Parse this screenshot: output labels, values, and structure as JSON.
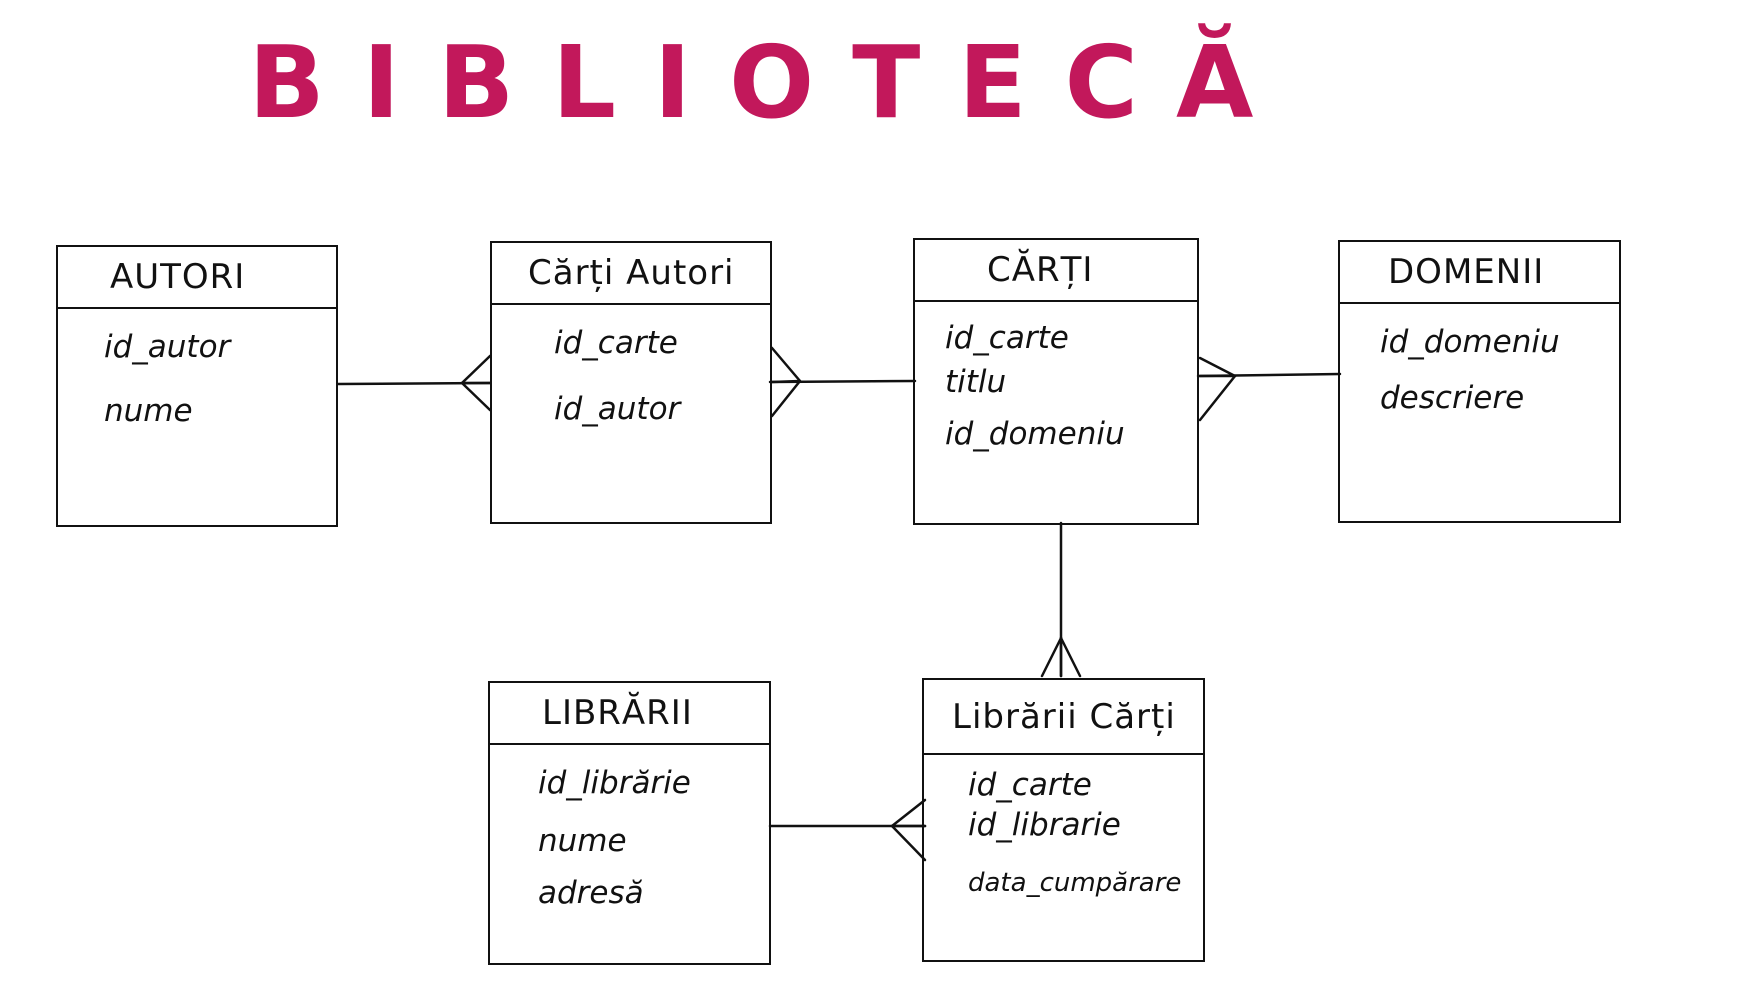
{
  "title": "BIBLIOTECĂ",
  "title_color": "#c2185b",
  "entities": {
    "autori": {
      "name": "AUTORI",
      "attributes": [
        "id_autor",
        "nume"
      ]
    },
    "carti_autori": {
      "name": "Cărți Autori",
      "attributes": [
        "id_carte",
        "id_autor"
      ]
    },
    "carti": {
      "name": "CĂRȚI",
      "attributes": [
        "id_carte",
        "titlu",
        "id_domeniu"
      ]
    },
    "domenii": {
      "name": "DOMENII",
      "attributes": [
        "id_domeniu",
        "descriere"
      ]
    },
    "librarii": {
      "name": "LIBRĂRII",
      "attributes": [
        "id_librărie",
        "nume",
        "adresă"
      ]
    },
    "librarii_carti": {
      "name": "Librării Cărți",
      "attributes": [
        "id_carte",
        "id_librarie",
        "data_cumpărare"
      ]
    }
  }
}
